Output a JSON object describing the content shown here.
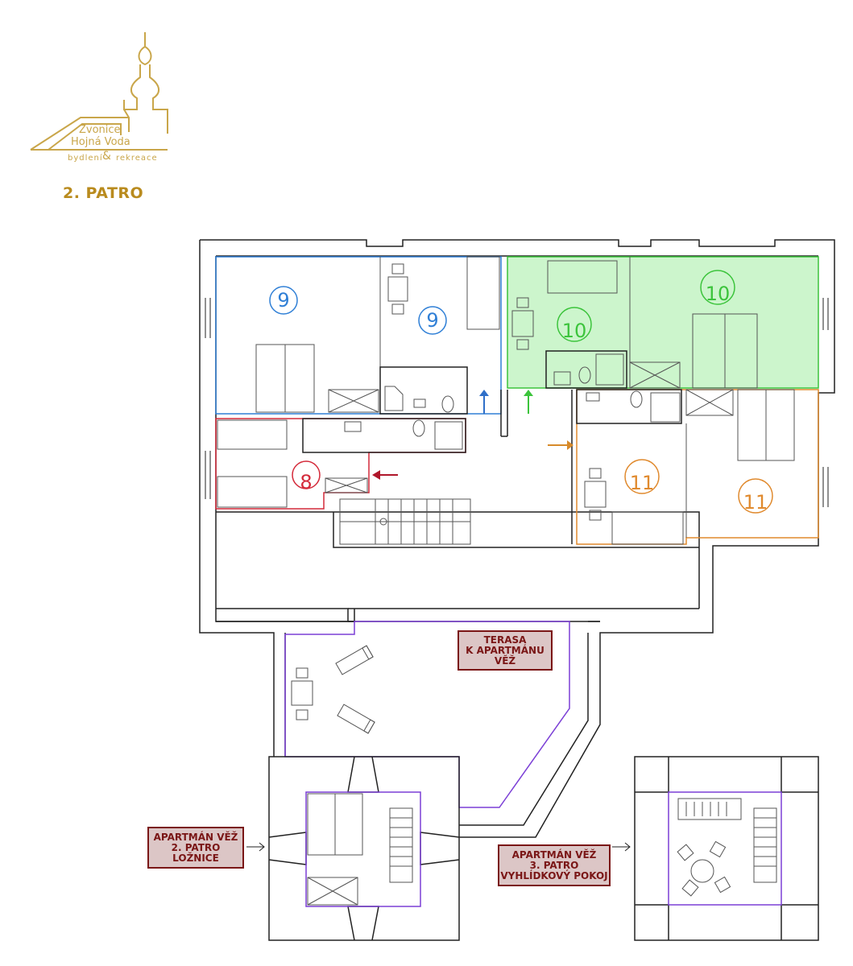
{
  "logo": {
    "line1": "Zvonice",
    "line2": "Hojná Voda",
    "line3_left": "bydlení",
    "ampersand": "&",
    "line3_right": "rekreace",
    "color": "#c9a64a"
  },
  "floor_title": "2. PATRO",
  "apartments": [
    {
      "number": "9",
      "color": "#2f7fd6"
    },
    {
      "number": "10",
      "color": "#3cc43c"
    },
    {
      "number": "11",
      "color": "#e08a2e"
    },
    {
      "number": "8",
      "color": "#d42a3a"
    }
  ],
  "labels": {
    "terasa": [
      "TERASA",
      "K APARTMÁNU",
      "VĚŽ"
    ],
    "vez_2": [
      "APARTMÁN VĚŽ",
      "2. PATRO",
      "LOŽNICE"
    ],
    "vez_3": [
      "APARTMÁN VĚŽ",
      "3. PATRO",
      "VYHLÍDKOVÝ POKOJ"
    ]
  },
  "colors": {
    "walls": "#222222",
    "label_bg": "#dcc6c6",
    "label_text": "#7a1616",
    "tower_outline": "#7b3fd6"
  }
}
